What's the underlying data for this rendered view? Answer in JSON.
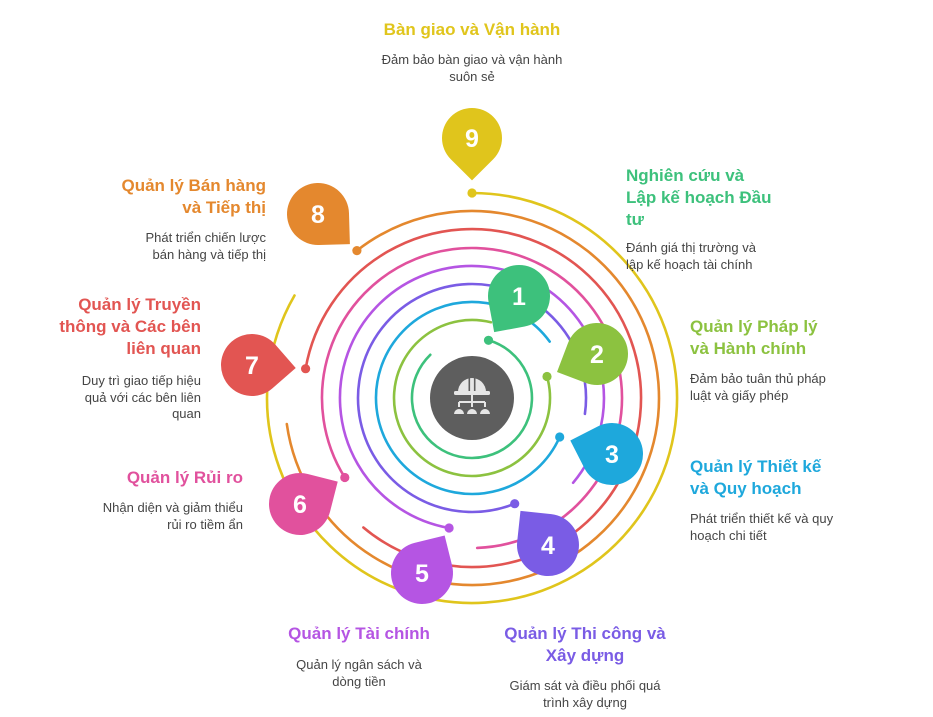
{
  "center": {
    "icon": "worker-helmet-network-icon",
    "color": "#5e5e5e",
    "icon_color": "#e6e6e6"
  },
  "colors": {
    "description_text": "#454545",
    "number_text": "#ffffff"
  },
  "steps": [
    {
      "number": "1",
      "color": "#3dc17c",
      "title_lines": [
        "Nghiên cứu và",
        "Lập kế hoạch Đầu",
        "tư"
      ],
      "description_lines": [
        "Đánh giá thị trường và",
        "lập kế hoạch tài chính"
      ]
    },
    {
      "number": "2",
      "color": "#8cc240",
      "title_lines": [
        "Quản lý Pháp lý",
        "và Hành chính"
      ],
      "description_lines": [
        "Đảm bảo tuân thủ pháp",
        "luật và giấy phép"
      ]
    },
    {
      "number": "3",
      "color": "#1ea8dc",
      "title_lines": [
        "Quản lý Thiết kế",
        "và Quy hoạch"
      ],
      "description_lines": [
        "Phát triển thiết kế và quy",
        "hoạch chi tiết"
      ]
    },
    {
      "number": "4",
      "color": "#7a5ce5",
      "title_lines": [
        "Quản lý Thi công và",
        "Xây dựng"
      ],
      "description_lines": [
        "Giám sát và điều phối quá",
        "trình xây dựng"
      ]
    },
    {
      "number": "5",
      "color": "#b555e3",
      "title_lines": [
        "Quản lý Tài chính"
      ],
      "description_lines": [
        "Quản lý ngân sách và",
        "dòng tiền"
      ]
    },
    {
      "number": "6",
      "color": "#e1519d",
      "title_lines": [
        "Quản lý Rủi ro"
      ],
      "description_lines": [
        "Nhận diện và giảm thiểu",
        "rủi ro tiềm ẩn"
      ]
    },
    {
      "number": "7",
      "color": "#e25552",
      "title_lines": [
        "Quản lý Truyền",
        "thông và Các bên",
        "liên quan"
      ],
      "description_lines": [
        "Duy trì giao tiếp hiệu",
        "quả với các bên liên",
        "quan"
      ]
    },
    {
      "number": "8",
      "color": "#e4882e",
      "title_lines": [
        "Quản lý Bán hàng",
        "và Tiếp thị"
      ],
      "description_lines": [
        "Phát triển chiến lược",
        "bán hàng và tiếp thị"
      ]
    },
    {
      "number": "9",
      "color": "#e0c51c",
      "title_lines": [
        "Bàn giao và Vận hành"
      ],
      "description_lines": [
        "Đảm bảo bàn giao và vận hành",
        "suôn sẻ"
      ]
    }
  ]
}
